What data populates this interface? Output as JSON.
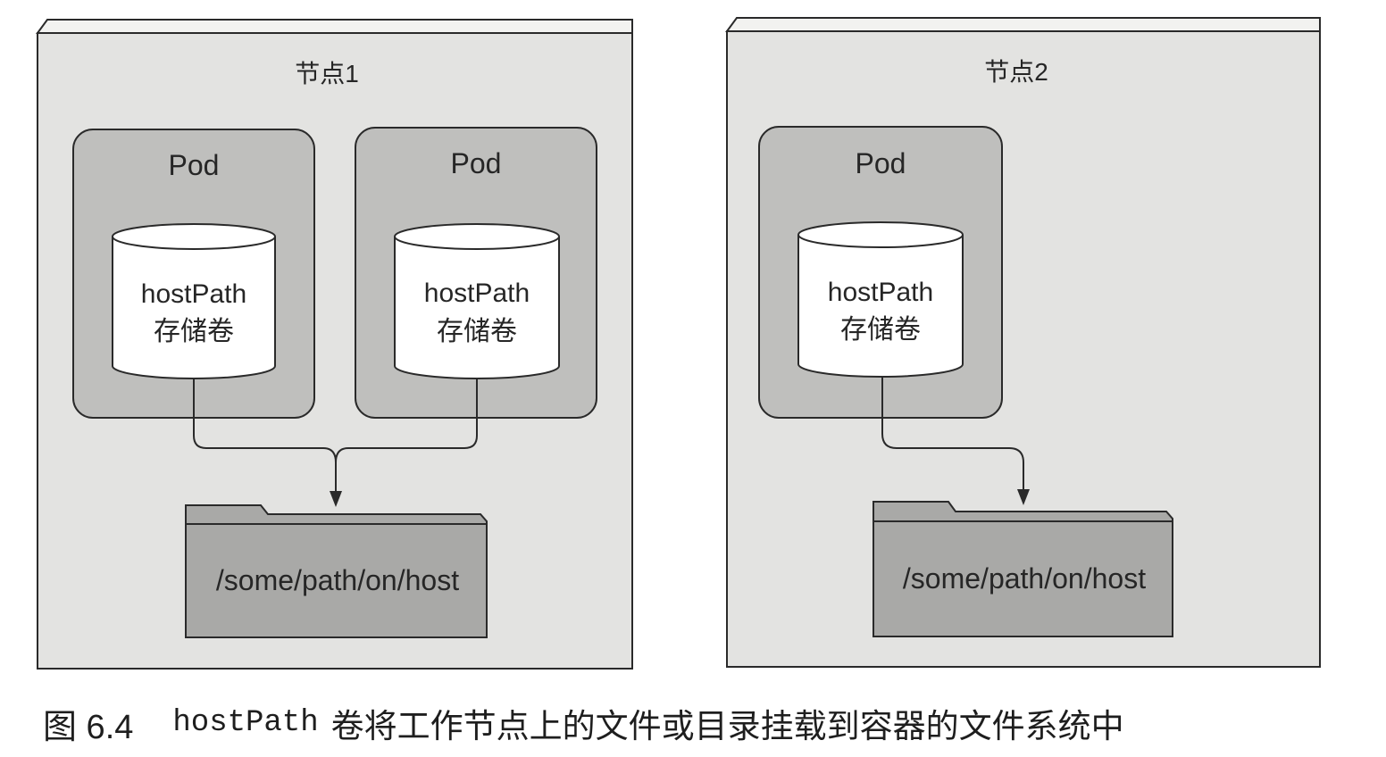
{
  "nodes": [
    {
      "title": "节点1",
      "pods": [
        {
          "title": "Pod",
          "volume": {
            "line1": "hostPath",
            "line2": "存储卷"
          }
        },
        {
          "title": "Pod",
          "volume": {
            "line1": "hostPath",
            "line2": "存储卷"
          }
        }
      ],
      "host_path": "/some/path/on/host"
    },
    {
      "title": "节点2",
      "pods": [
        {
          "title": "Pod",
          "volume": {
            "line1": "hostPath",
            "line2": "存储卷"
          }
        }
      ],
      "host_path": "/some/path/on/host"
    }
  ],
  "caption": {
    "figure_number": "图 6.4",
    "code_term": "hostPath",
    "text": "卷将工作节点上的文件或目录挂载到容器的文件系统中"
  }
}
